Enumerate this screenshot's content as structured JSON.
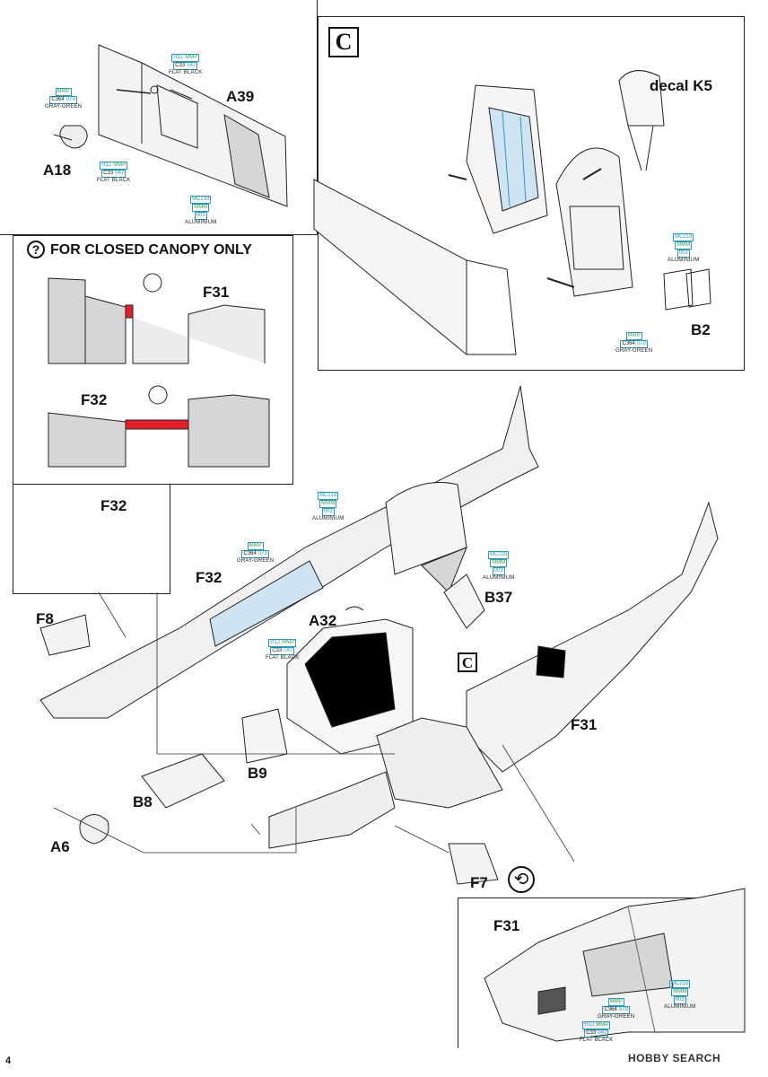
{
  "page_number": "4",
  "watermark": "HOBBY SEARCH",
  "section_closed": {
    "title": "FOR CLOSED CANOPY ONLY",
    "icon": "question-icon"
  },
  "steps": {
    "c_main": "C",
    "c_small": "C"
  },
  "decal": "decal K5",
  "parts": {
    "a39": "A39",
    "a18": "A18",
    "f31_a": "F31",
    "f32_a": "F32",
    "b2": "B2",
    "f32_b": "F32",
    "f32_c": "F32",
    "b37": "B37",
    "f8": "F8",
    "a32": "A32",
    "f31_b": "F31",
    "b9": "B9",
    "b8": "B8",
    "a6": "A6",
    "f7": "F7",
    "f31_c": "F31"
  },
  "paints": {
    "gray_green": {
      "c1": "MMP",
      "c2a": "C364",
      "c2b": "079",
      "name": "GRAY-GREEN"
    },
    "flat_black": {
      "c1": "H12",
      "c1b": "MMP",
      "c2a": "C33",
      "c2b": "047",
      "name": "FLAT BLACK"
    },
    "aluminium": {
      "c1": "MC218",
      "c2a": "MMM",
      "c2b": "003",
      "name": "ALUMINIUM"
    }
  },
  "colors": {
    "highlight_red": "#e0202a",
    "cockpit_blue": "#cfe4f2",
    "gray_fill": "#d6d6d6",
    "code_teal": "#2a9bb8",
    "code_green": "#3aa05a"
  }
}
